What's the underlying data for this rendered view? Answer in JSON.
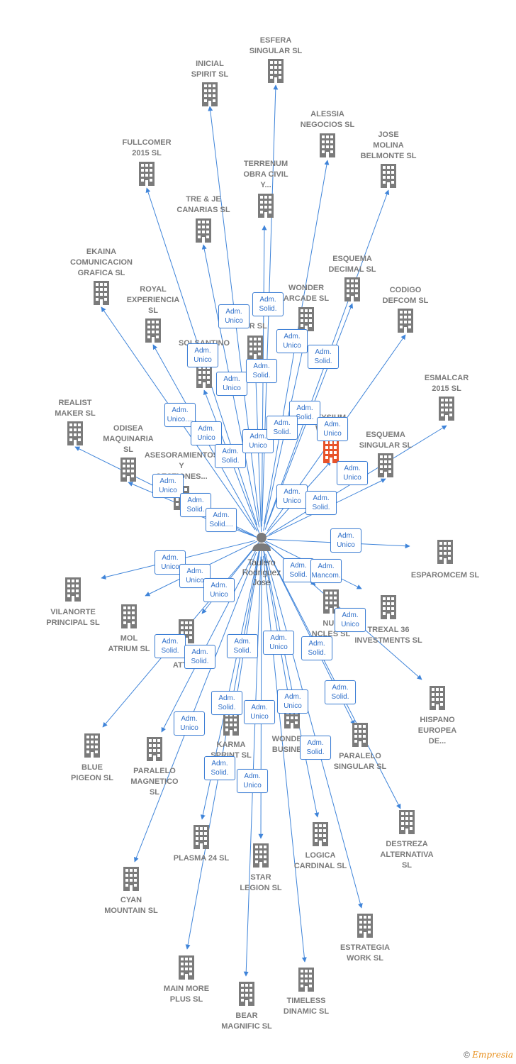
{
  "colors": {
    "edge": "#3f84d9",
    "building": "#7b7b7b",
    "highlight": "#e8532a",
    "person": "#7b7b7b"
  },
  "center": {
    "label": "Taulero\nRodriguez\nJose",
    "icon": "person-icon"
  },
  "nodes": [
    {
      "id": "esfera",
      "label": "ESFERA\nSINGULAR  SL"
    },
    {
      "id": "inicial",
      "label": "INICIAL\nSPIRIT  SL"
    },
    {
      "id": "alessia",
      "label": "ALESSIA\nNEGOCIOS  SL"
    },
    {
      "id": "jose-molina",
      "label": "JOSE\nMOLINA\nBELMONTE  SL"
    },
    {
      "id": "fullcomer",
      "label": "FULLCOMER\n2015  SL"
    },
    {
      "id": "terrenum",
      "label": "TERRENUM\nOBRA CIVIL\nY..."
    },
    {
      "id": "tre-je",
      "label": "TRE & JE\nCANARIAS  SL"
    },
    {
      "id": "ekaina",
      "label": "EKAINA\nCOMUNICACION\nGRAFICA  SL"
    },
    {
      "id": "esquema-decimal",
      "label": "ESQUEMA\nDECIMAL  SL"
    },
    {
      "id": "royal",
      "label": "ROYAL\nEXPERIENCIA\nSL"
    },
    {
      "id": "wonder-arcade",
      "label": "WONDER\nARCADE  SL"
    },
    {
      "id": "codigo",
      "label": "CODIGO\nDEFCOM  SL"
    },
    {
      "id": "or",
      "label": "OR  SL"
    },
    {
      "id": "solsantino",
      "label": "SOLSANTINO"
    },
    {
      "id": "esmalcar",
      "label": "ESMALCAR\n2015  SL"
    },
    {
      "id": "realist",
      "label": "REALIST\nMAKER  SL"
    },
    {
      "id": "odisea",
      "label": "ODISEA\nMAQUINARIA\nSL"
    },
    {
      "id": "xysium",
      "label": "XYSIUM\nWOR  SL"
    },
    {
      "id": "esquema-singular",
      "label": "ESQUEMA\nSINGULAR  SL"
    },
    {
      "id": "asesoramientos",
      "label": "ASESORAMIENTOS\nY\nGESTIONES..."
    },
    {
      "id": "esparomcem",
      "label": "ESPAROMCEM SL"
    },
    {
      "id": "vilanorte",
      "label": "VILANORTE\nPRINCIPAL  SL"
    },
    {
      "id": "mol",
      "label": "MOL\nATRIUM  SL"
    },
    {
      "id": "attitu",
      "label": "ATTITU"
    },
    {
      "id": "nue",
      "label": "NUE\nNCLES  SL"
    },
    {
      "id": "trexal",
      "label": "TREXAL 36\nINVESTMENTS SL"
    },
    {
      "id": "hispano",
      "label": "HISPANO\nEUROPEA\nDE..."
    },
    {
      "id": "blue",
      "label": "BLUE\nPIGEON  SL"
    },
    {
      "id": "paralelo-magnetico",
      "label": "PARALELO\nMAGNETICO\nSL"
    },
    {
      "id": "karma",
      "label": "KARMA\nSPRINT  SL"
    },
    {
      "id": "wonderl-business",
      "label": "WONDERL\nBUSINESS"
    },
    {
      "id": "paralelo-singular",
      "label": "PARALELO\nSINGULAR  SL"
    },
    {
      "id": "destreza",
      "label": "DESTREZA\nALTERNATIVA\nSL"
    },
    {
      "id": "plasma",
      "label": "PLASMA 24 SL"
    },
    {
      "id": "logica",
      "label": "LOGICA\nCARDINAL  SL"
    },
    {
      "id": "star",
      "label": "STAR\nLEGION  SL"
    },
    {
      "id": "cyan",
      "label": "CYAN\nMOUNTAIN  SL"
    },
    {
      "id": "estrategia",
      "label": "ESTRATEGIA\nWORK  SL"
    },
    {
      "id": "main-more",
      "label": "MAIN MORE\nPLUS  SL"
    },
    {
      "id": "timeless",
      "label": "TIMELESS\nDINAMIC  SL"
    },
    {
      "id": "bear",
      "label": "BEAR\nMAGNIFIC  SL"
    }
  ],
  "badges": [
    "Adm.\nSolid.",
    "Adm.\nUnico",
    "Adm.\nUnico",
    "Adm.\nSolid.",
    "Adm.\nUnico",
    "Adm.\nUnico",
    "Adm.\nSolid.",
    "Adm.\nUnico....",
    "Adm.\nUnico",
    "Adm.\nSolid.",
    "Adm.\nSolid.",
    "Adm.\nUnico",
    "Adm.\nSolid.",
    "Adm.\nUnico",
    "Adm.\nUnico",
    "Adm.\nUnico",
    "Adm.\nSolid.",
    "Adm.\nSolid....",
    "Adm.\nUnico",
    "Adm.\nSolid.",
    "Adm.\nUnico",
    "Adm.\nUnico",
    "Adm.\nUnico",
    "Adm.\nUnico",
    "Adm.\nSolid.",
    "Adm.\nMancom.",
    "Adm.\nUnico",
    "Adm.\nSolid.",
    "Adm.\nSolid.",
    "Adm.\nSolid.",
    "Adm.\nUnico",
    "Adm.\nSolid.",
    "Adm.\nSolid.",
    "Adm.\nUnico",
    "Adm.\nSolid.",
    "Adm.\nUnico",
    "Adm.\nUnico",
    "Adm.\nSolid.",
    "Adm.\nSolid.",
    "Adm.\nUnico"
  ],
  "footer": {
    "copyright": "©",
    "brand": "Empresia"
  }
}
